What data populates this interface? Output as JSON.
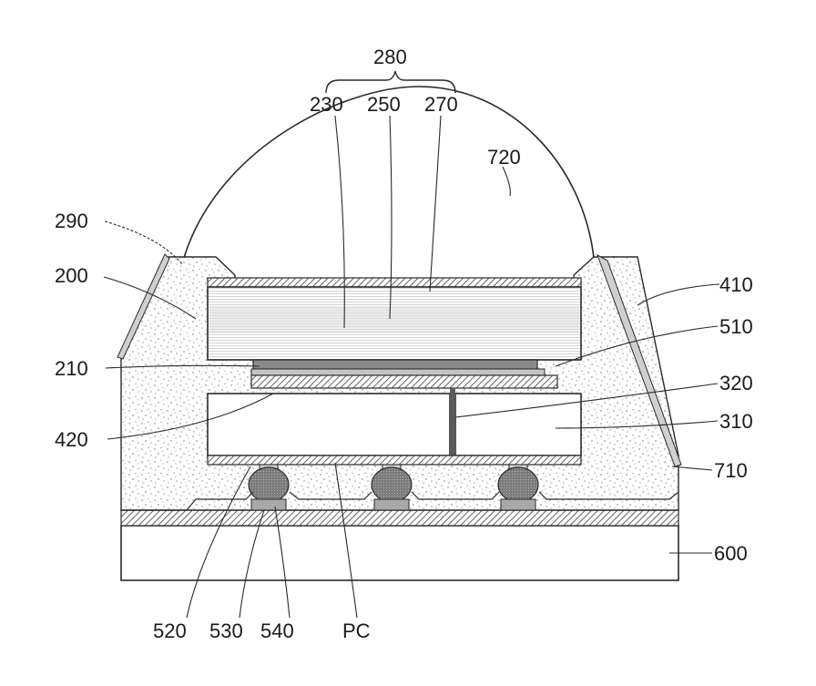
{
  "labels": {
    "l280": "280",
    "l230": "230",
    "l250": "250",
    "l270": "270",
    "l720": "720",
    "l290": "290",
    "l200": "200",
    "l410": "410",
    "l510": "510",
    "l210": "210",
    "l320": "320",
    "l420": "420",
    "l310": "310",
    "l710": "710",
    "l600": "600",
    "l520": "520",
    "l530": "530",
    "l540": "540",
    "lpc": "PC"
  },
  "colors": {
    "line": "#2a2a2a",
    "dots": "#9a9a9a",
    "bump": "#6e6e6e",
    "fill_light": "#f4f4f4"
  }
}
